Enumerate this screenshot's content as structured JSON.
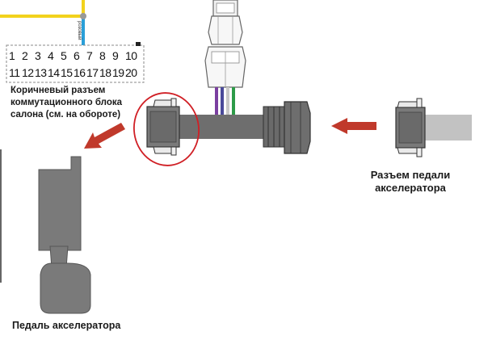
{
  "pin_numbers": [
    "1",
    "2",
    "3",
    "4",
    "5",
    "6",
    "7",
    "8",
    "9",
    "10",
    "11",
    "12",
    "13",
    "14",
    "15",
    "16",
    "17",
    "18",
    "19",
    "20"
  ],
  "labels": {
    "salon_connector": [
      "Коричневый разъем",
      "коммутационного блока",
      "салона (см. на обороте)"
    ],
    "pedal_connector": [
      "Разъем педали",
      "акселератора"
    ],
    "pedal": "Педаль акселератора",
    "wire_tag": "розовый"
  },
  "colors": {
    "wire_yellow": "#f2d21c",
    "wire_blue": "#2a9fd8",
    "wire_purple": "#7b3fa0",
    "wire_green": "#2d9b48",
    "arrow_red": "#c0392b",
    "highlight_circle": "#d01f25",
    "connector_gray": "#808080",
    "pedal_gray": "#7a7a7a"
  }
}
